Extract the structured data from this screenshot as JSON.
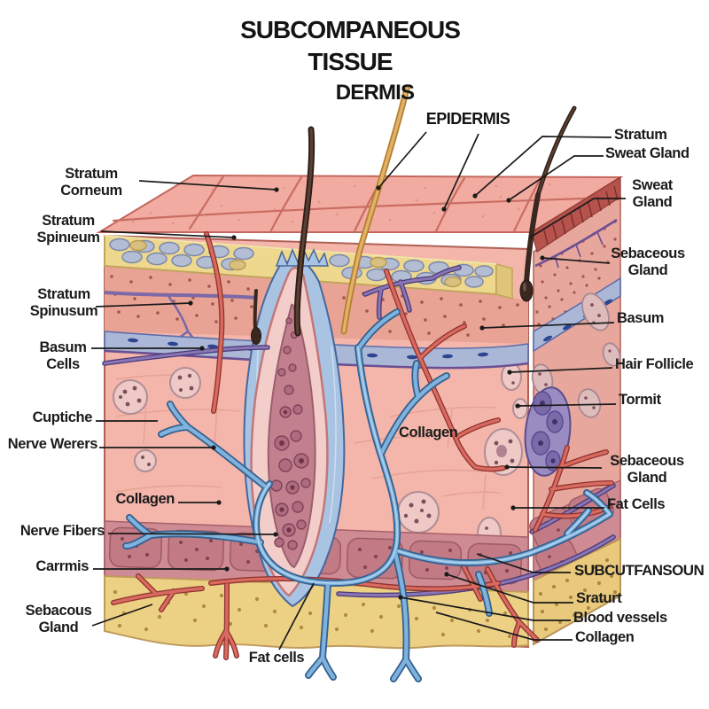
{
  "titles": {
    "line1": "SUBCOMPANEOUS",
    "line2": "TISSUE",
    "dermis": "DERMIS",
    "epidermis": "EPIDERMIS"
  },
  "labels": {
    "left": [
      {
        "l1": "Stratum",
        "l2": "Corneum"
      },
      {
        "l1": "Stratum",
        "l2": "Spinıeum"
      },
      {
        "l1": "Stratum",
        "l2": "Spinusum"
      },
      {
        "l1": "Basum",
        "l2": "Cells"
      },
      {
        "l1": "Cuptiche"
      },
      {
        "l1": "Nerve Werers"
      },
      {
        "l1": "Collagen"
      },
      {
        "l1": "Nerve Fibers"
      },
      {
        "l1": "Carrmis"
      },
      {
        "l1": "Sebacous",
        "l2": "Gland"
      },
      {
        "l1": "Fat cells"
      }
    ],
    "right": [
      {
        "l1": "Stratum"
      },
      {
        "l1": "Sweat Gland"
      },
      {
        "l1": "Sweat",
        "l2": "Gland"
      },
      {
        "l1": "Sebaceous",
        "l2": "Gland"
      },
      {
        "l1": "Basum"
      },
      {
        "l1": "Hair Follicle"
      },
      {
        "l1": "Tormit"
      },
      {
        "l1": "Sebaceous",
        "l2": "Gland"
      },
      {
        "l1": "Fat Cells"
      },
      {
        "l1": "SUBCUTFANSOUN"
      },
      {
        "l1": "Sraturt"
      },
      {
        "l1": "Blood vessels"
      },
      {
        "l1": "Collagen"
      }
    ],
    "center": {
      "l1": "Collagen"
    }
  },
  "palette": {
    "background": "#ffffff",
    "label_text": "#1b1b1b",
    "leader_line": "#1a1a1a",
    "epidermis_surface": "#f2aba0",
    "cell_border": "#c4685f",
    "granular_band": "#eed88e",
    "granule_oval": "#b3bdd3",
    "dermis_pink": "#f4b6ab",
    "basement_membrane": "#aab7d6",
    "rose_band": "#cf8b93",
    "fat_layer": "#ecd084",
    "blue_vessel": "#7fb2dc",
    "red_vessel": "#d96a60",
    "purple_vessel": "#8a76b4",
    "hair_dark": "#3a2820",
    "hair_tan": "#dca861",
    "follicle_inner": "#c2808f",
    "sebaceous_purple": "#9a8cc0"
  }
}
